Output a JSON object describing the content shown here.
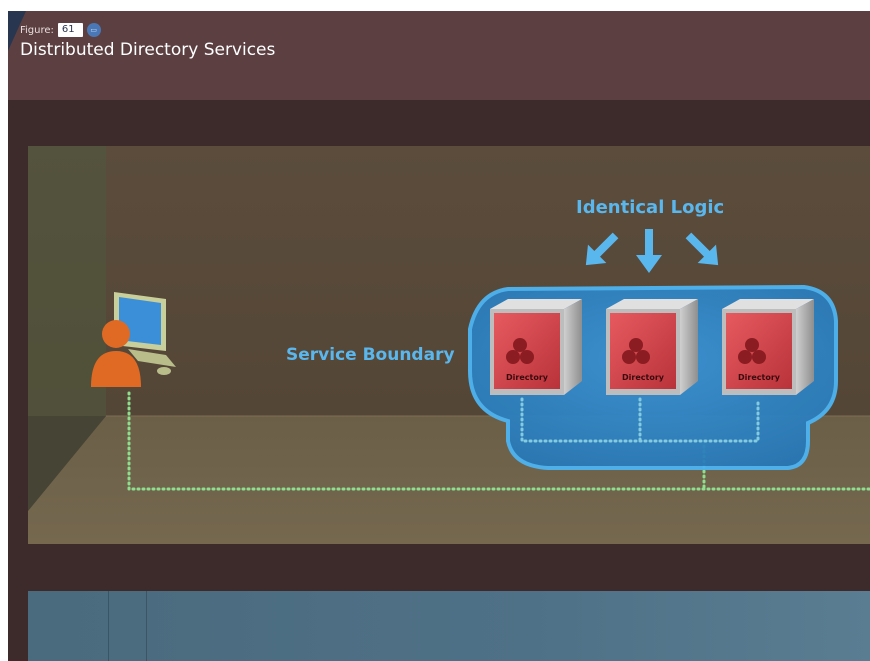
{
  "figure": {
    "label": "Figure:",
    "number": "61",
    "button_icon": "slideshow-icon"
  },
  "title": "Distributed Directory Services",
  "diagram": {
    "identical_logic_label": "Identical Logic",
    "service_boundary_label": "Service Boundary",
    "servers": [
      {
        "label": "Directory"
      },
      {
        "label": "Directory"
      },
      {
        "label": "Directory"
      }
    ],
    "user_icon": "user-at-computer-icon",
    "colors": {
      "header": "#5c4041",
      "room_wall": "#5a4b3c",
      "room_floor": "#6e624b",
      "boundary_fill": "#2f86c6",
      "boundary_stroke": "#4db4f2",
      "label_blue": "#5ab7ee",
      "network_dots": "#8ee08e",
      "server_red": "#d9474d",
      "user_orange": "#e06a24"
    }
  }
}
